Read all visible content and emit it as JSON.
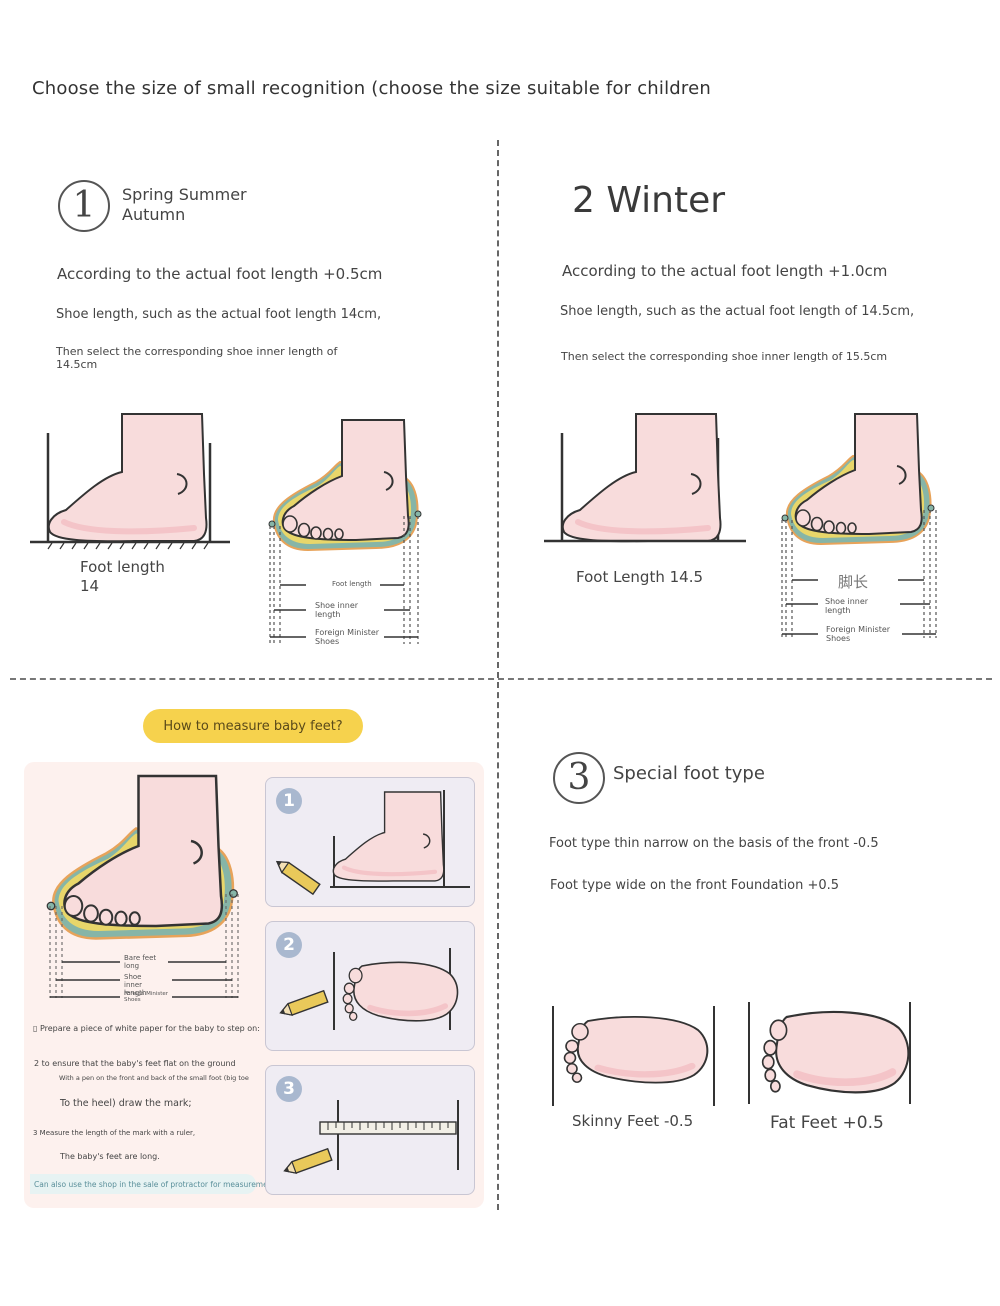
{
  "page": {
    "title": "Choose the size of small recognition (choose the size suitable for children"
  },
  "spring": {
    "number": "1",
    "season_line1": "Spring Summer",
    "season_line2": "Autumn",
    "rule": "According to the actual foot length +0.5cm",
    "example": "Shoe length, such as the actual foot length 14cm,",
    "select": "Then select the corresponding shoe inner length of 14.5cm",
    "foot_label_line1": "Foot length",
    "foot_label_line2": "14",
    "diagram_labels": {
      "foot_length": "Foot length",
      "shoe_inner": "Shoe inner length",
      "outer": "Foreign Minister Shoes"
    }
  },
  "winter": {
    "title": "2 Winter",
    "rule": "According to the actual foot length +1.0cm",
    "example": "Shoe length, such as the actual foot length of 14.5cm,",
    "select": "Then select the corresponding shoe inner length of 15.5cm",
    "foot_label": "Foot Length 14.5",
    "diagram_labels": {
      "foot_length": "脚长",
      "shoe_inner": "Shoe inner length",
      "outer": "Foreign Minister Shoes"
    }
  },
  "measure": {
    "button": "How to measure baby feet?",
    "diagram_labels": {
      "bare": "Bare feet long",
      "shoe_inner": "Shoe inner length",
      "outer": "Foreign Minister Shoes"
    },
    "step1": "▯ Prepare a piece of white paper for the baby to step on:",
    "step2": "2 to ensure that the baby's feet flat on the ground",
    "step2b": "With a pen on the front and back of the small foot (big toe",
    "step2c": "To the heel) draw the mark;",
    "step3": "3 Measure the length of the mark with a ruler,",
    "step3b": "The baby's feet are long.",
    "tip": "Can also use the shop in the sale of protractor for measurement",
    "panels": [
      "1",
      "2",
      "3"
    ]
  },
  "special": {
    "number": "3",
    "title": "Special foot type",
    "thin": "Foot type thin narrow on the basis of the front -0.5",
    "wide": "Foot type wide on the front Foundation +0.5",
    "skinny_label": "Skinny Feet -0.5",
    "fat_label": "Fat Feet +0.5"
  },
  "colors": {
    "skin": "#f8dcdc",
    "skin_shade": "#f2b9bf",
    "outline": "#333333",
    "pill": "#f6d24d",
    "insole_yellow": "#e8d66a",
    "insole_teal": "#86b5a7",
    "insole_orange": "#e7a35a"
  }
}
